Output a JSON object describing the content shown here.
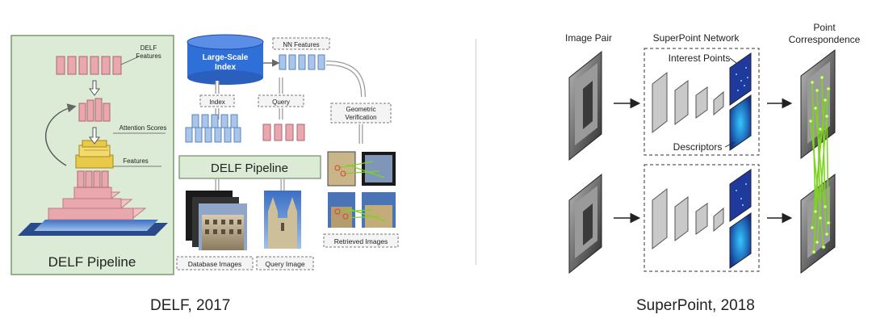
{
  "delf": {
    "panel_title": "DELF Pipeline",
    "delf_features_line1": "DELF",
    "delf_features_line2": "Features",
    "attention_scores": "Attention Scores",
    "features": "Features",
    "large_scale_line1": "Large-Scale",
    "large_scale_line2": "Index",
    "nn_features": "NN Features",
    "index_label": "Index",
    "query_label": "Query",
    "geometric_line1": "Geometric",
    "geometric_line2": "Verification",
    "pipeline_box": "DELF Pipeline",
    "database_images": "Database Images",
    "query_image": "Query Image",
    "retrieved_images": "Retrieved Images",
    "caption": "DELF, 2017"
  },
  "superpoint": {
    "image_pair": "Image Pair",
    "network_title": "SuperPoint Network",
    "interest_points": "Interest Points",
    "descriptors": "Descriptors",
    "correspondence_line1": "Point",
    "correspondence_line2": "Correspondence",
    "caption": "SuperPoint, 2018"
  },
  "colors": {
    "panel_green": "#dcebd6",
    "panel_border": "#7a9a6e",
    "feature_pink": "#e9a8ae",
    "feature_blue": "#a9c6ea",
    "index_blue": "#2f6fd8",
    "attention_yellow": "#e8c94a",
    "match_green": "#7ed321"
  }
}
